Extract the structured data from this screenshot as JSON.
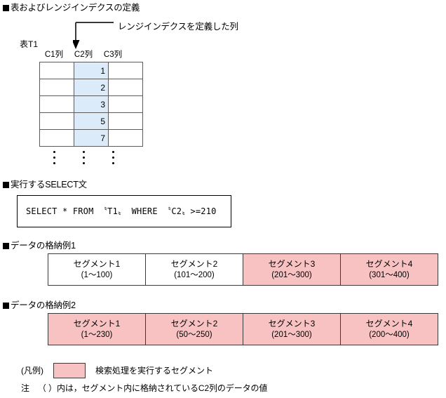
{
  "sections": {
    "definition_heading": "表およびレンジインデクスの定義",
    "select_heading": "実行するSELECT文",
    "example1_heading": "データの格納例1",
    "example2_heading": "データの格納例2"
  },
  "annotation": {
    "label": "レンジインデクスを定義した列",
    "arrow_icon": "down-arrow-icon"
  },
  "table": {
    "caption": "表T1",
    "columns": [
      "C1列",
      "C2列",
      "C3列"
    ],
    "highlight_column_index": 1,
    "highlight_color": "#dcebfa",
    "rows": [
      [
        "",
        "1",
        ""
      ],
      [
        "",
        "2",
        ""
      ],
      [
        "",
        "3",
        ""
      ],
      [
        "",
        "5",
        ""
      ],
      [
        "",
        "7",
        ""
      ]
    ],
    "continuation": "⋮"
  },
  "select_statement": {
    "text": "SELECT * FROM 〝T1〟 WHERE 〝C2〟>=210"
  },
  "example1": {
    "segments": [
      {
        "name": "セグメント1",
        "range": "(1〜100)",
        "searched": false
      },
      {
        "name": "セグメント2",
        "range": "(101〜200)",
        "searched": false
      },
      {
        "name": "セグメント3",
        "range": "(201〜300)",
        "searched": true
      },
      {
        "name": "セグメント4",
        "range": "(301〜400)",
        "searched": true
      }
    ]
  },
  "example2": {
    "segments": [
      {
        "name": "セグメント1",
        "range": "(1〜230)",
        "searched": true
      },
      {
        "name": "セグメント2",
        "range": "(50〜250)",
        "searched": true
      },
      {
        "name": "セグメント3",
        "range": "(201〜300)",
        "searched": true
      },
      {
        "name": "セグメント4",
        "range": "(200〜400)",
        "searched": true
      }
    ]
  },
  "legend": {
    "label": "(凡例)",
    "swatch_color": "#f8c2c2",
    "description": "検索処理を実行するセグメント"
  },
  "note": {
    "label": "注",
    "text": "（ ）内は，セグメント内に格納されているC2列のデータの値"
  }
}
